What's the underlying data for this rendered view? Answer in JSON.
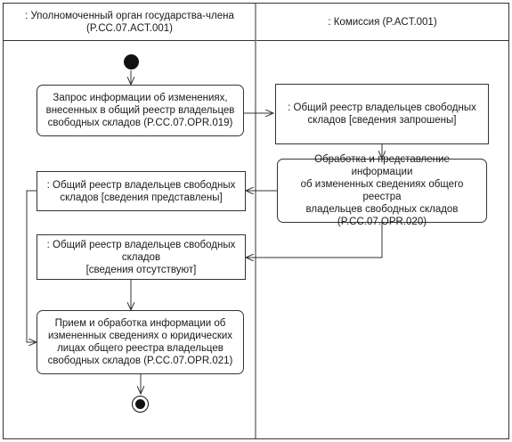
{
  "lanes": {
    "left_title": ": Уполномоченный орган государства-члена\n(P.CC.07.ACT.001)",
    "right_title": ": Комиссия (P.ACT.001)"
  },
  "nodes": {
    "request": "Запрос информации об изменениях,\nвнесенных в общий реестр владельцев\nсвободных складов (P.CC.07.OPR.019)",
    "registry_requested": ": Общий реестр владельцев свободных\nскладов [сведения запрошены]",
    "processing": "Обработка и представление информации\nоб измененных сведениях общего реестра\nвладельцев свободных складов\n(P.CC.07.OPR.020)",
    "registry_provided": ": Общий реестр владельцев свободных\nскладов [сведения представлены]",
    "registry_absent": ": Общий реестр владельцев свободных\nскладов\n[сведения отсутствуют]",
    "receive": "Прием и обработка информации об\nизмененных сведениях о юридических\nлицах общего реестра владельцев\nсвободных складов (P.CC.07.OPR.021)"
  }
}
